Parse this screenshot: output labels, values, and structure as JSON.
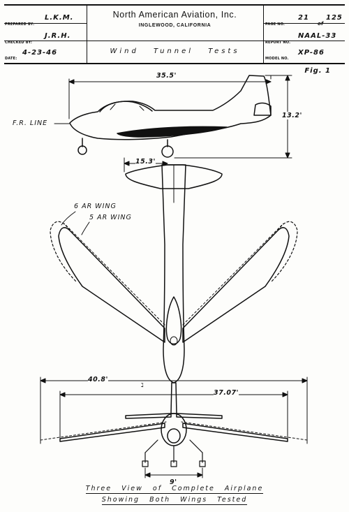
{
  "title_block": {
    "prepared_by_label": "PREPARED BY:",
    "prepared_by": "L.K.M.",
    "checked_by_label": "CHECKED BY:",
    "checked_by": "J.R.H.",
    "date_label": "DATE:",
    "date": "4-23-46",
    "company": "North American Aviation, Inc.",
    "location": "INGLEWOOD, CALIFORNIA",
    "subject": "Wind Tunnel Tests",
    "page_label": "PAGE NO.",
    "page": "21",
    "of_label": "of",
    "of_pages": "125",
    "report_label": "REPORT NO.",
    "report": "NAAL-33",
    "model_label": "MODEL NO.",
    "model": "XP-86"
  },
  "figure_label": "Fig. 1",
  "dimensions": {
    "length": "35.5'",
    "height": "13.2'",
    "tail_span": "15.3'",
    "span_6ar": "40.8'",
    "span_5ar": "37.07'",
    "tread": "9'"
  },
  "labels": {
    "fr_line": "F.R. LINE",
    "wing_6ar": "6 AR WING",
    "wing_5ar": "5 AR WING",
    "tick_mark": "ℷ"
  },
  "caption": {
    "line1": "Three View of Complete Airplane",
    "line2": "Showing Both Wings Tested"
  }
}
